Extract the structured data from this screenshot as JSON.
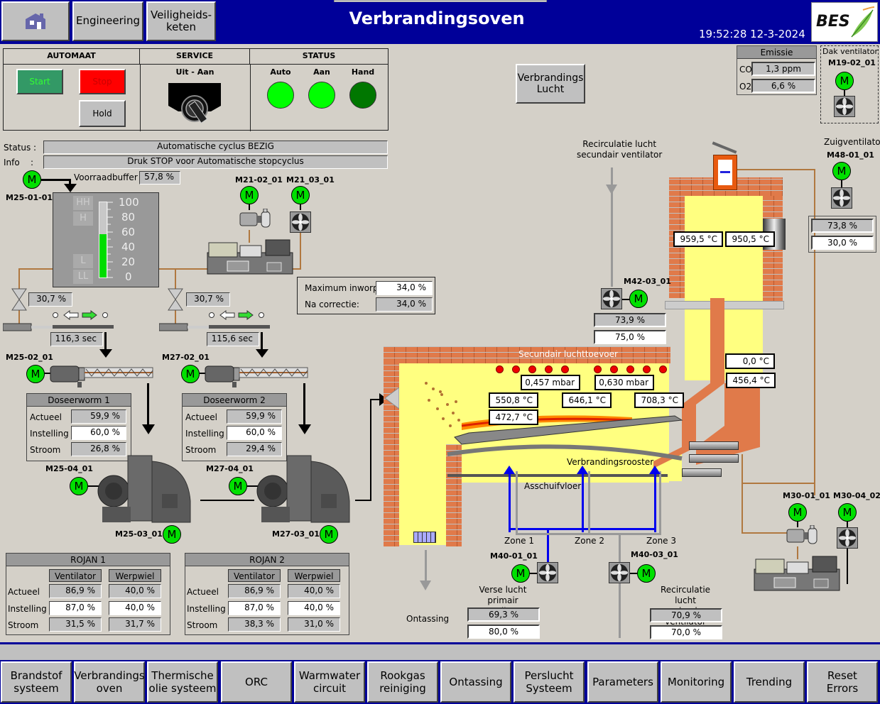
{
  "header": {
    "title": "Verbrandingsoven",
    "clock": "19:52:28 12-3-2024",
    "home_icon": "home-icon",
    "engineering_label": "Engineering",
    "safety_label": "Veiligheids-\nketen",
    "logo_text": "BES"
  },
  "control": {
    "automaat_header": "AUTOMAAT",
    "service_header": "SERVICE",
    "status_header": "STATUS",
    "start_label": "Start",
    "stop_label": "Stop",
    "hold_label": "Hold",
    "service_switch_label": "Uit - Aan",
    "lamps": [
      {
        "label": "Auto",
        "state": "on",
        "color": "#00ff00"
      },
      {
        "label": "Aan",
        "state": "on",
        "color": "#00ff00"
      },
      {
        "label": "Hand",
        "state": "off",
        "color": "#007700"
      }
    ]
  },
  "verbrandings_lucht_label": "Verbrandings\nLucht",
  "emissie": {
    "title": "Emissie",
    "co_label": "CO",
    "co_value": "1,3  ppm",
    "o2_label": "O2",
    "o2_value": "6,6  %"
  },
  "dak_ventilator": {
    "title": "Dak ventilator",
    "motor_id": "M19-02_01"
  },
  "status_bar": {
    "status_label": "Status :",
    "status_value": "Automatische cyclus BEZIG",
    "info_label": "Info    :",
    "info_value": "Druk STOP voor Automatische stopcyclus"
  },
  "buffer": {
    "motor_id": "M25-01-01",
    "label": "Voorraadbuffer",
    "value": "57,8 %",
    "level_percent": 57.8,
    "levels": [
      "HH",
      "H",
      "L",
      "LL"
    ],
    "scale": [
      "100",
      "80",
      "60",
      "40",
      "20",
      "0"
    ]
  },
  "hydraulic": {
    "motor_pump_id": "M21-02_01",
    "motor_fan_id": "M21_03_01"
  },
  "inworp": {
    "max_label": "Maximum inworp:",
    "max_value": "34,0 %",
    "corr_label": "Na correctie:",
    "corr_value": "34,0 %"
  },
  "line1": {
    "valve_value": "30,7 %",
    "timer": "116,3 sec",
    "screw_motor_id": "M25-02_01",
    "doseer": {
      "title": "Doseerworm 1",
      "actueel": "59,9 %",
      "instelling": "60,0 %",
      "stroom": "26,8 %"
    },
    "rojan_motor1": "M25-04_01",
    "rojan_motor2": "M25-03_01"
  },
  "line2": {
    "valve_value": "30,7 %",
    "timer": "115,6 sec",
    "screw_motor_id": "M27-02_01",
    "doseer": {
      "title": "Doseerworm 2",
      "actueel": "59,9 %",
      "instelling": "60,0 %",
      "stroom": "29,4 %"
    },
    "rojan_motor1": "M27-04_01",
    "rojan_motor2": "M27-03_01"
  },
  "row_labels": {
    "actueel": "Actueel",
    "instelling": "Instelling",
    "stroom": "Stroom"
  },
  "rojan1": {
    "title": "ROJAN 1",
    "col1": "Ventilator",
    "col2": "Werpwiel",
    "actueel": [
      "86,9 %",
      "40,0 %"
    ],
    "instelling": [
      "87,0 %",
      "40,0 %"
    ],
    "stroom": [
      "31,5 %",
      "31,7 %"
    ]
  },
  "rojan2": {
    "title": "ROJAN 2",
    "col1": "Ventilator",
    "col2": "Werpwiel",
    "actueel": [
      "86,9 %",
      "40,0 %"
    ],
    "instelling": [
      "87,0 %",
      "40,0 %"
    ],
    "stroom": [
      "38,3 %",
      "31,0 %"
    ]
  },
  "secundair": {
    "label": "Recirculatie lucht\nsecundair ventilator",
    "motor_id": "M42-03_01",
    "actual": "73,9 %",
    "setpoint": "75,0 %",
    "toevoer_label": "Secundair luchttoevoer"
  },
  "zuig": {
    "label": "Zuigventilator",
    "motor_id": "M48-01_01",
    "actual": "73,8 %",
    "setpoint": "30,0 %"
  },
  "oven": {
    "t_top1": "959,5 °C",
    "t_top2": "950,5 °C",
    "p1": "0,457 mbar",
    "p2": "0,630 mbar",
    "t1": "550,8 °C",
    "t2": "646,1 °C",
    "t3": "708,3 °C",
    "t4": "472,7 °C",
    "t_r1": "0,0 °C",
    "t_r2": "456,4 °C",
    "rooster_label": "Verbrandingsrooster",
    "asschuif_label": "Asschuifvloer",
    "zones": [
      "Zone 1",
      "Zone 2",
      "Zone 3"
    ],
    "ontassing_label": "Ontassing"
  },
  "primair_vers": {
    "motor_id": "M40-01_01",
    "label": "Verse lucht\nprimair ventilator",
    "actual": "69,3 %",
    "setpoint": "80,0 %"
  },
  "primair_recirc": {
    "motor_id": "M40-03_01",
    "label": "Recirculatie lucht\nprimair ventilator",
    "actual": "70,9 %",
    "setpoint": "70,0 %"
  },
  "hydraulic2": {
    "motor_pump_id": "M30-01_01",
    "motor_fan_id": "M30-04_02"
  },
  "nav": [
    "Brandstof\nsysteem",
    "Verbrandings\noven",
    "Thermische\nolie systeem",
    "ORC",
    "Warmwater\ncircuit",
    "Rookgas\nreiniging",
    "Ontassing",
    "Perslucht\nSysteem",
    "Parameters",
    "Monitoring",
    "Trending",
    "Reset\nErrors"
  ],
  "motor_symbol": "M"
}
